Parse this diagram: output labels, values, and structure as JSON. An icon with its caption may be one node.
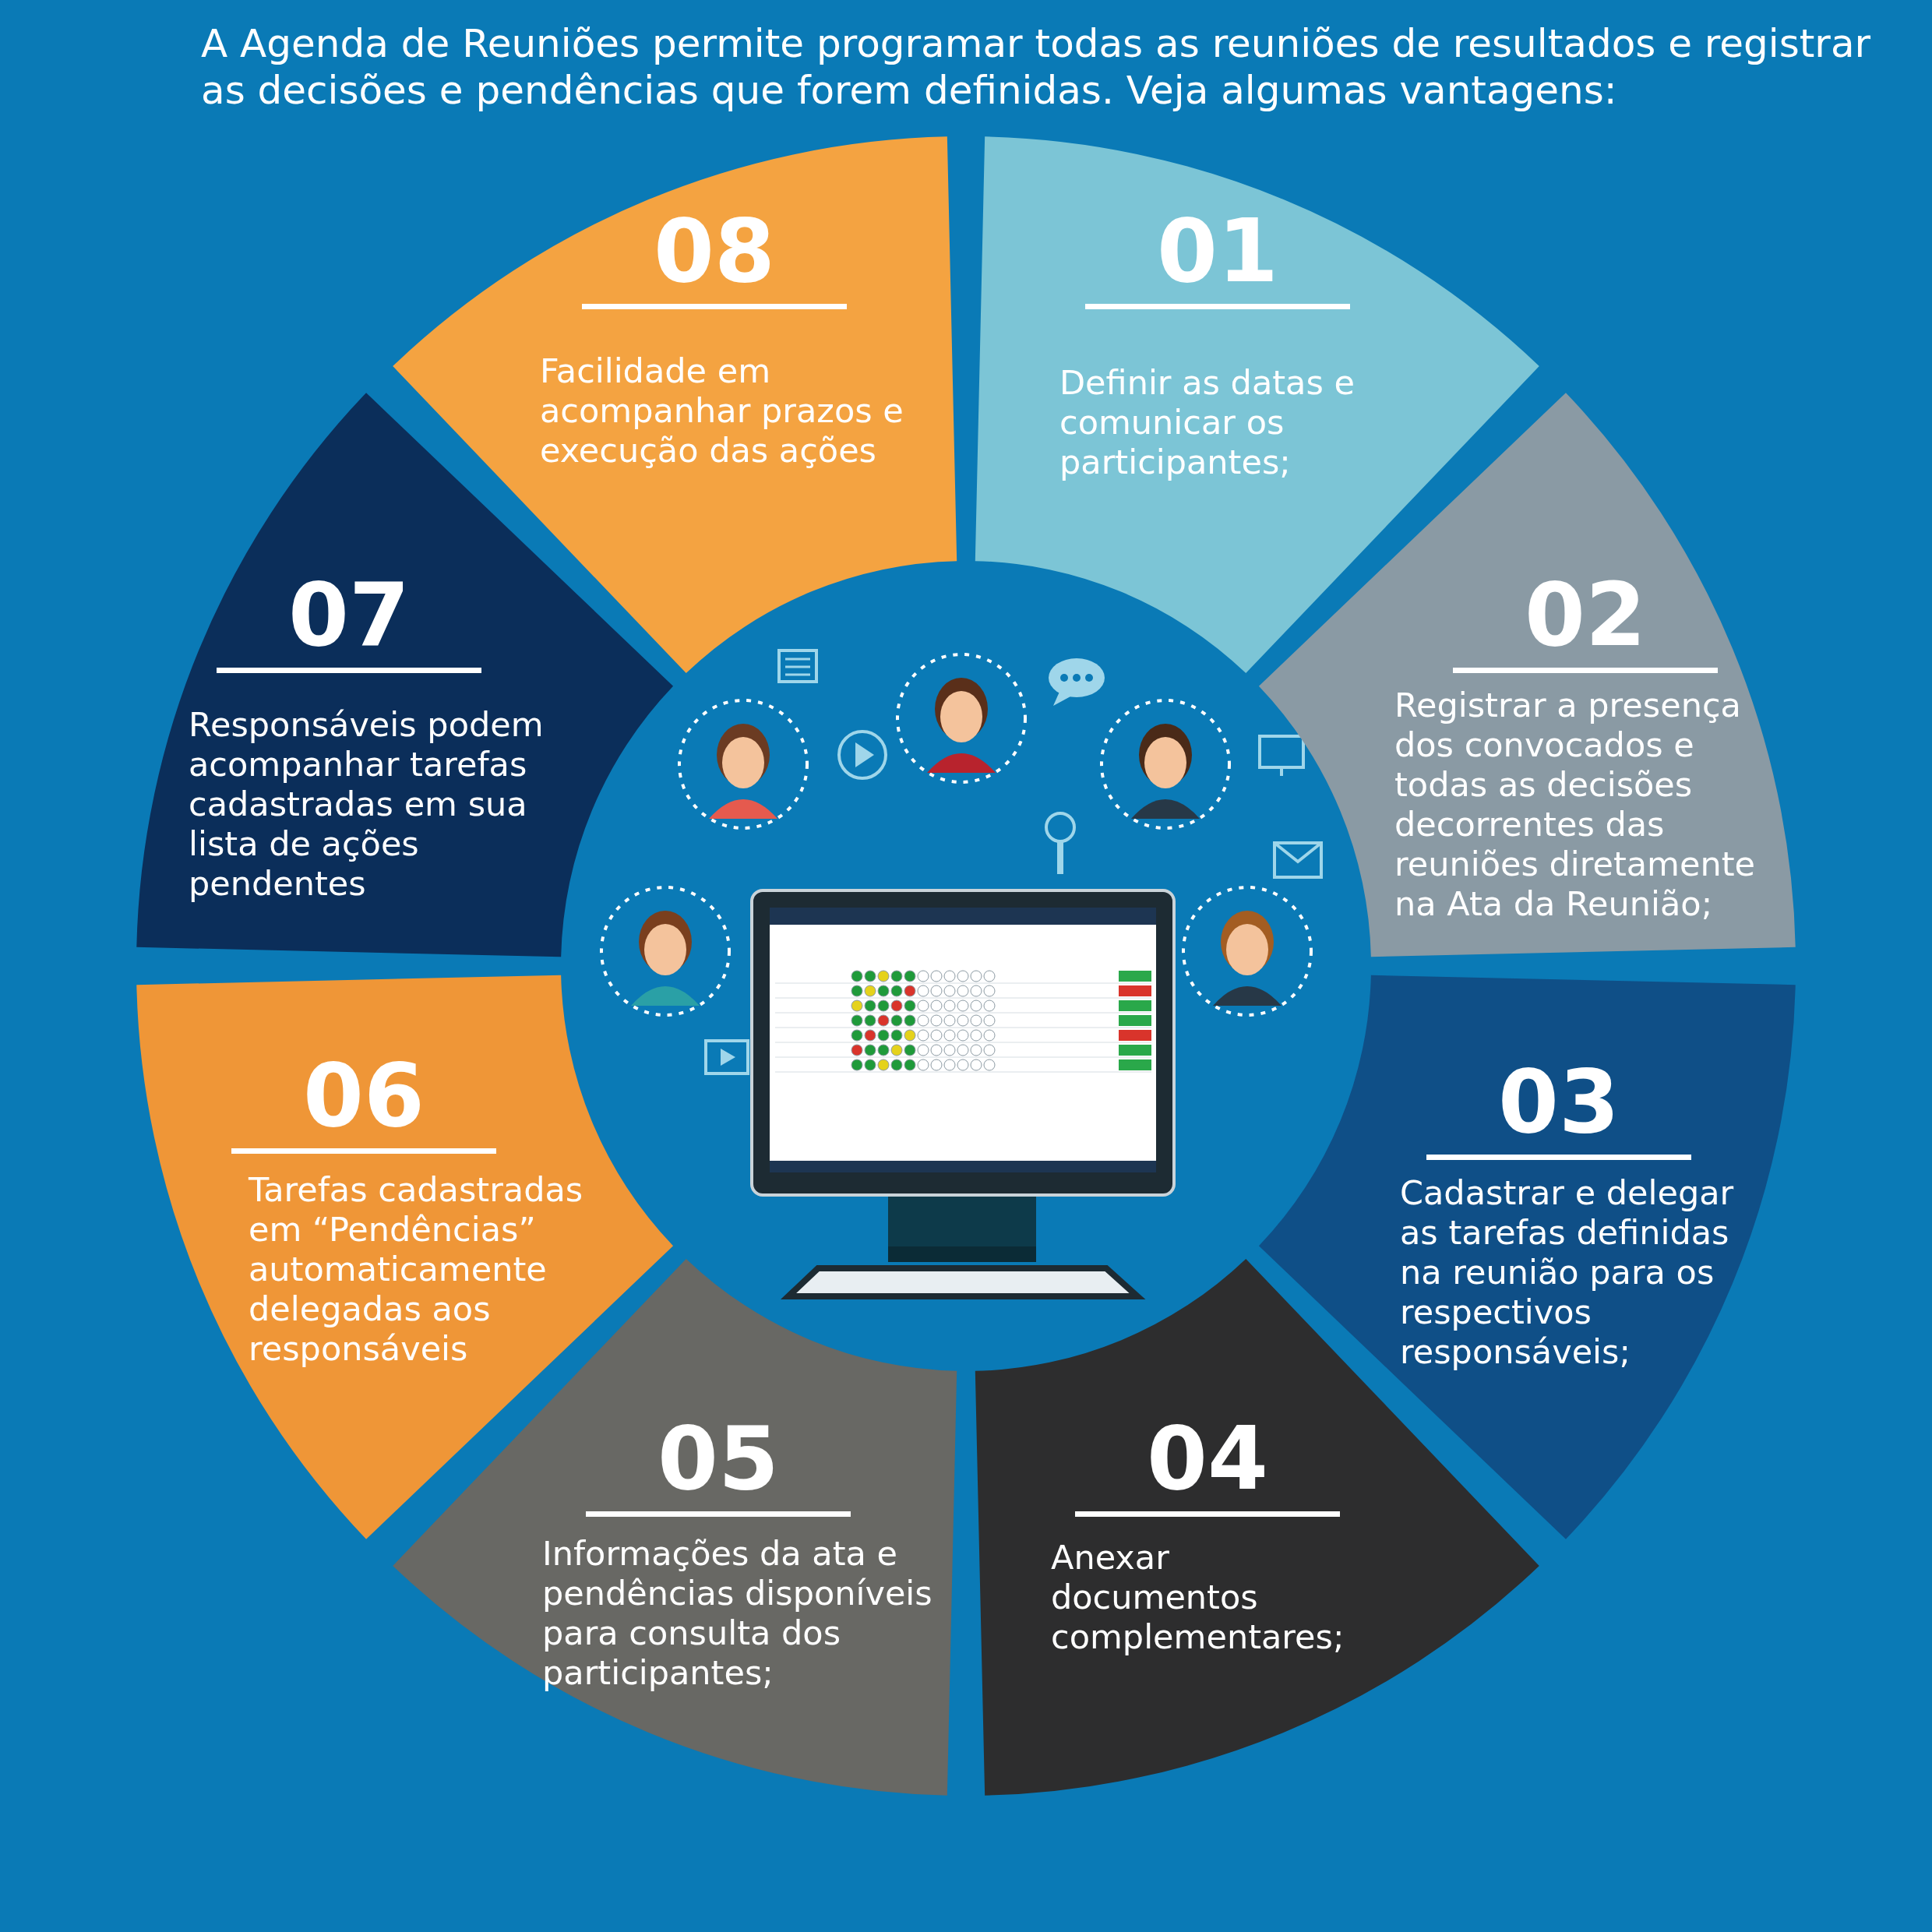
{
  "diagram": {
    "title": "A Agenda de Reuniões permite programar todas as reuniões de resultados e registrar as decisões e pendências que forem definidas. Veja algumas vantagens:",
    "nodes": [
      {
        "text": [
          "01",
          "Definir as datas e comunicar os participantes;"
        ]
      },
      {
        "text": [
          "02",
          "Registrar a presença dos convocados e todas as decisões decorrentes das reuniões diretamente na Ata da Reunião;"
        ]
      },
      {
        "text": [
          "03",
          "Cadastrar e delegar as tarefas definidas na reunião para os respectivos responsáveis;"
        ]
      },
      {
        "text": [
          "04",
          "Anexar documentos complementares;"
        ]
      },
      {
        "text": [
          "05",
          "Informações da ata e pendências disponíveis para consulta dos participantes;"
        ]
      },
      {
        "text": [
          "06",
          "Tarefas cadastradas em “Pendências” automaticamente delegadas aos responsáveis"
        ]
      },
      {
        "text": [
          "07",
          "Responsáveis podem acompanhar tarefas cadastradas em sua lista de ações pendentes"
        ]
      },
      {
        "text": [
          "08",
          "Facilidade em acompanhar prazos e execução das ações"
        ]
      }
    ]
  }
}
